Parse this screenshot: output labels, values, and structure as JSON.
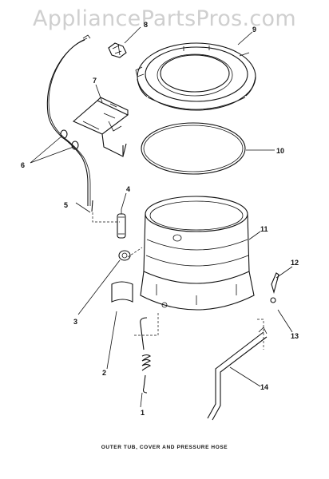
{
  "watermark": "AppliancePartsPros.com",
  "caption": "OUTER TUB, COVER AND PRESSURE HOSE",
  "callouts": [
    "1",
    "2",
    "3",
    "4",
    "5",
    "6",
    "7",
    "8",
    "9",
    "10",
    "11",
    "12",
    "13",
    "14"
  ]
}
